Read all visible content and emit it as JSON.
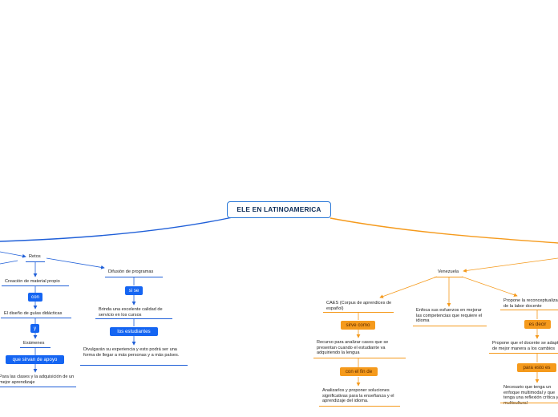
{
  "root": "ELE EN LATINOAMERICA",
  "left": {
    "retos": "Retos",
    "creacion": "Creación de material propio",
    "con": "con",
    "diseno": "El diseño de guías didácticas",
    "y": "y",
    "examenes": "Exámenes",
    "que_sirvan": "que sirvan de apoyo",
    "para_clases": "Para las clases y la adquisición de un mejor aprendizaje",
    "difusion": "Difusión de programas",
    "si_se": "si se",
    "brinda": "Brinda una excelente calidad de servicio en los cursos",
    "los_estudiantes": "los estudiantes",
    "divulgaran": "Divulgarán su experiencia y esto podrá ser una forma de llegar a más personas y a más países."
  },
  "right": {
    "venezuela": "Venezuela",
    "caes": "CAES (Corpus de aprendices de español)",
    "sirve_como": "sirve como",
    "recurso": "Recurso para analizar casos que se presentan cuando el estudiante va adquiriendo la lengua",
    "con_el_fin": "con el fin de",
    "analizarlos": "Analizarlos y proponer soluciones significativas para la enseñanza y el aprendizaje del idioma.",
    "enfoca": "Enfoca sus esfuerzos en mejorar las competencias que requiere el idioma",
    "propone_recon": "Propone la reconceptualización de la labor docente",
    "es_decir": "es decir",
    "propone_docente": "Propone que el docente se adapte de mejor manera a los cambios",
    "para_esto": "para esto es",
    "necesario": "Necesario que tenga un enfoque multimodal y que tenga una reflexión crítica y multicultural"
  }
}
